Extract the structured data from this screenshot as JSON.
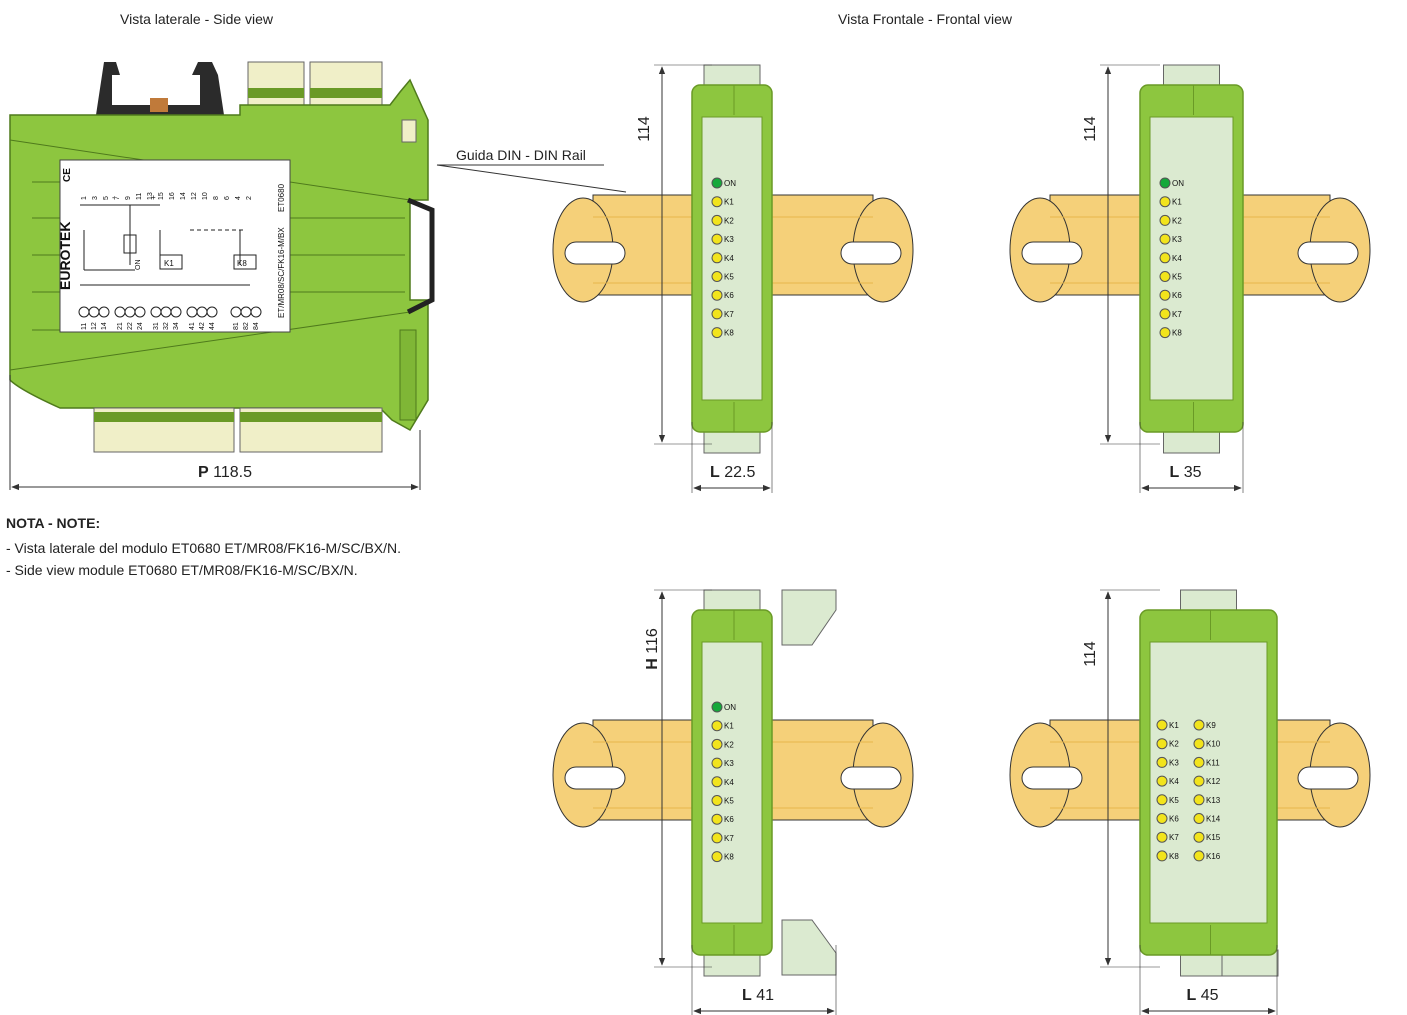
{
  "headers": {
    "side": "Vista laterale - Side view",
    "front": "Vista Frontale - Frontal view"
  },
  "rail_label": "Guida DIN - DIN Rail",
  "side_view": {
    "depth_letter": "P",
    "depth_value": "118.5",
    "brand": "EUROTEK",
    "ce": "CE",
    "label_code": "ET/MR08/SC/FK16-M/BX",
    "label_ref": "ET0680",
    "on": "ON",
    "relay_k1": "K1",
    "relay_k8": "K8",
    "top_pins": [
      "1",
      "3",
      "5",
      "7",
      "9",
      "11",
      "13",
      "15",
      "16",
      "14",
      "12",
      "10",
      "8",
      "6",
      "4",
      "2"
    ],
    "bottom_pins": [
      "11",
      "12",
      "14",
      "21",
      "22",
      "24",
      "31",
      "32",
      "34",
      "41",
      "42",
      "44",
      "81",
      "82",
      "84"
    ],
    "plus": "+",
    "minus": "-"
  },
  "note": {
    "title": "NOTA - NOTE",
    "lines": [
      "- Vista laterale del modulo ET0680 ET/MR08/FK16-M/SC/BX/N.",
      "- Side view module ET0680 ET/MR08/FK16-M/SC/BX/N."
    ]
  },
  "modules": [
    {
      "height_letter": "",
      "height_value": "114",
      "width_letter": "L",
      "width_value": "22.5",
      "leds": [
        "ON",
        "K1",
        "K2",
        "K3",
        "K4",
        "K5",
        "K6",
        "K7",
        "K8"
      ]
    },
    {
      "height_letter": "",
      "height_value": "114",
      "width_letter": "L",
      "width_value": "35",
      "leds": [
        "ON",
        "K1",
        "K2",
        "K3",
        "K4",
        "K5",
        "K6",
        "K7",
        "K8"
      ]
    },
    {
      "height_letter": "H",
      "height_value": "116",
      "width_letter": "L",
      "width_value": "41",
      "leds": [
        "ON",
        "K1",
        "K2",
        "K3",
        "K4",
        "K5",
        "K6",
        "K7",
        "K8"
      ]
    },
    {
      "height_letter": "",
      "height_value": "114",
      "width_letter": "L",
      "width_value": "45",
      "leds_left": [
        "K1",
        "K2",
        "K3",
        "K4",
        "K5",
        "K6",
        "K7",
        "K8"
      ],
      "leds_right": [
        "K9",
        "K10",
        "K11",
        "K12",
        "K13",
        "K14",
        "K15",
        "K16"
      ]
    }
  ],
  "colors": {
    "green": "#8dc63f",
    "green_dark": "#6a9a26",
    "panel": "#dbead0",
    "rail": "#f5d079",
    "rail_dark": "#e6b64a",
    "led_on": "#15a83a",
    "led_k": "#f2e41c",
    "terminal": "#f0efc8"
  }
}
